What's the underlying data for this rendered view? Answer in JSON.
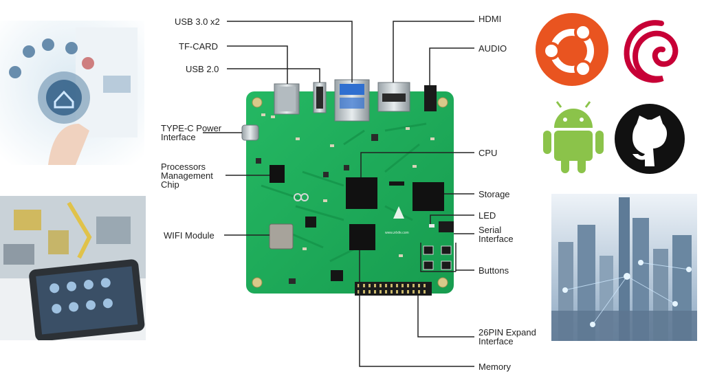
{
  "labels": {
    "usb3": "USB 3.0 x2",
    "tfcard": "TF-CARD",
    "usb2": "USB 2.0",
    "typec": "TYPE-C Power Interface",
    "pmic": "Processors Management Chip",
    "wifi": "WIFI Module",
    "hdmi": "HDMI",
    "audio": "AUDIO",
    "cpu": "CPU",
    "storage": "Storage",
    "led": "LED",
    "serial": "Serial Interface",
    "buttons": "Buttons",
    "expand": "26PIN Expand Interface",
    "memory": "Memory"
  },
  "board": {
    "silk_brand": "www.zrlxfe.com"
  },
  "logos": [
    "ubuntu-logo",
    "debian-logo",
    "android-logo",
    "github-logo"
  ],
  "colors": {
    "pcb": "#1fae5a",
    "ubuntu": "#e95420",
    "debian": "#c70036",
    "android": "#8bc34a",
    "github": "#111111"
  }
}
